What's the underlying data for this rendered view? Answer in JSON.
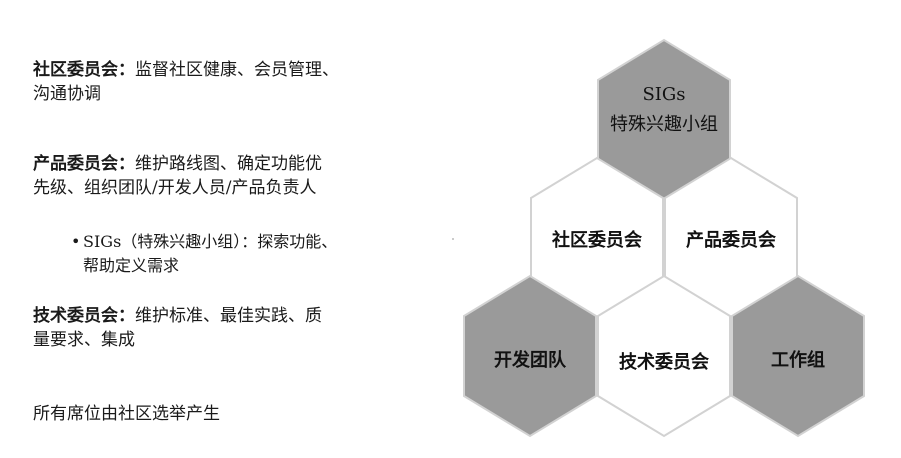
{
  "left": {
    "community": {
      "term": "社区委员会",
      "sep": "：",
      "line1": "监督社区健康、会员管理、",
      "line2": "沟通协调"
    },
    "product": {
      "term": "产品委员会",
      "sep": "：",
      "line1": "维护路线图、确定功能优",
      "line2": "先级、组织团队/开发人员/产品负责人"
    },
    "sigs_bullet": {
      "bullet": "•",
      "line1": "SIGs（特殊兴趣小组）：探索功能、",
      "line2": "帮助定义需求"
    },
    "tech": {
      "term": "技术委员会",
      "sep": "：",
      "line1": "维护标准、最佳实践、质",
      "line2": "量要求、集成"
    },
    "election": "所有席位由社区选举产生"
  },
  "hexes": {
    "sigs": {
      "line1": "SIGs",
      "line2": "特殊兴趣小组"
    },
    "community": "社区委员会",
    "product": "产品委员会",
    "dev_team": "开发团队",
    "tech": "技术委员会",
    "working_group": "工作组"
  },
  "colors": {
    "dark_hex": "#9a9a9a",
    "light_hex": "#ffffff",
    "stroke": "#d2d2d2"
  }
}
